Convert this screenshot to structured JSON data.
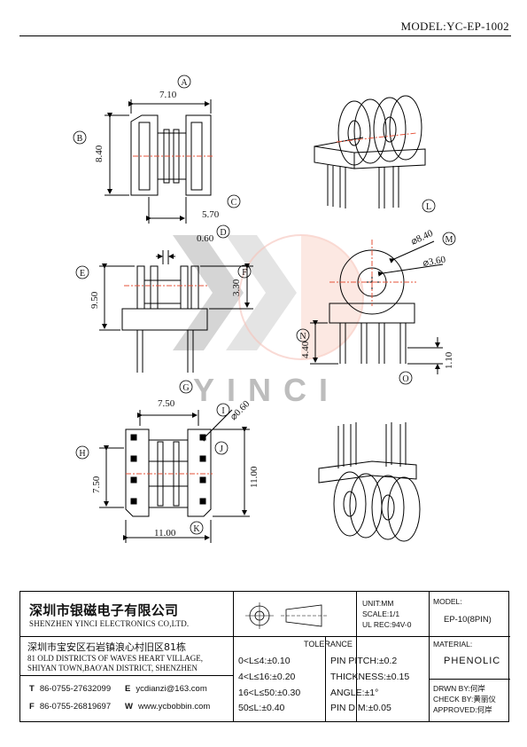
{
  "header": {
    "model": "MODEL:YC-EP-1002"
  },
  "dimensions": {
    "top_width": "7.10",
    "top_height": "8.40",
    "top_depth": "5.70",
    "side_flange": "0.60",
    "side_height": "9.50",
    "side_inner": "3.30",
    "bottom_width": "7.50",
    "pin_dia": "⌀0.60",
    "bottom_depth": "7.50",
    "bottom_height": "11.00",
    "bottom_length": "11.00",
    "outer_dia": "⌀8.40",
    "inner_dia": "⌀3.60",
    "base_height": "4.40",
    "pin_step": "1.10"
  },
  "labels": [
    "A",
    "B",
    "C",
    "D",
    "E",
    "F",
    "G",
    "H",
    "I",
    "J",
    "K",
    "L",
    "M",
    "N",
    "O"
  ],
  "watermark": {
    "text": "YINCI"
  },
  "title_block": {
    "company_cn": "深圳市银磁电子有限公司",
    "company_en": "SHENZHEN YINCI ELECTRONICS CO,LTD.",
    "address_cn": "深圳市宝安区石岩镇浪心村旧区81栋",
    "address_en_1": "81 OLD DISTRICTS OF WAVES HEART VILLAGE,",
    "address_en_2": "SHIYAN TOWN,BAO'AN DISTRICT, SHENZHEN",
    "tel_label": "T",
    "tel": "86-0755-27632099",
    "email_label": "E",
    "email": "ycdianzi@163.com",
    "fax_label": "F",
    "fax": "86-0755-26819697",
    "web_label": "W",
    "web": "www.ycbobbin.com",
    "unit": "UNIT:MM",
    "scale": "SCALE:1/1",
    "ul": "UL REC:94V-0",
    "model_label": "MODEL:",
    "model_value": "EP-10(8PIN)",
    "material_label": "MATERIAL:",
    "material_value": "PHENOLIC",
    "tolerance_title": "TOLERANCE",
    "tol_left": [
      "0<L≤4:±0.10",
      "4<L≤16:±0.20",
      "16<L≤50:±0.30",
      "50≤L:±0.40"
    ],
    "tol_right": [
      "PIN PITCH:±0.2",
      "THICKNESS:±0.15",
      "ANGLE:±1°",
      "PIN DIM:±0.05"
    ],
    "drawn_by": "DRWN BY:何岸",
    "check_by": "CHECK BY:黄丽仪",
    "approved": "APPROVED:何岸"
  }
}
